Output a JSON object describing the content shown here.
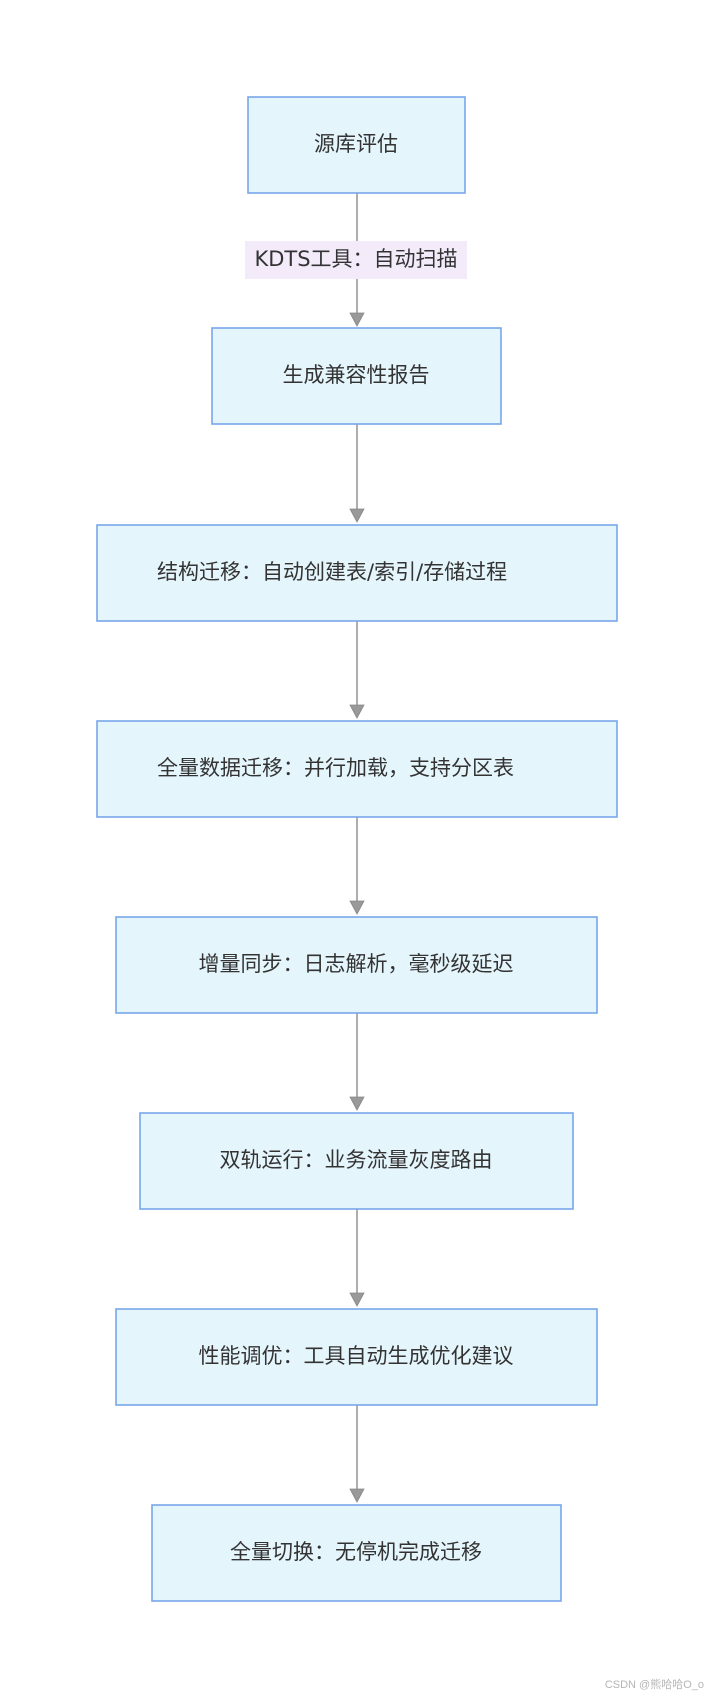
{
  "flowchart": {
    "nodes": [
      {
        "id": "source-eval",
        "label": "源库评估"
      },
      {
        "id": "compat-report",
        "label": "生成兼容性报告"
      },
      {
        "id": "schema-migrate",
        "label": "结构迁移：自动创建表/索引/存储过程"
      },
      {
        "id": "full-data-migrate",
        "label": "全量数据迁移：并行加载，支持分区表"
      },
      {
        "id": "incremental-sync",
        "label": "增量同步：日志解析，毫秒级延迟"
      },
      {
        "id": "dual-track",
        "label": "双轨运行：业务流量灰度路由"
      },
      {
        "id": "perf-tuning",
        "label": "性能调优：工具自动生成优化建议"
      },
      {
        "id": "full-cutover",
        "label": "全量切换：无停机完成迁移"
      }
    ],
    "edges": [
      {
        "from": "source-eval",
        "to": "compat-report",
        "label": "KDTS工具：自动扫描"
      },
      {
        "from": "compat-report",
        "to": "schema-migrate",
        "label": ""
      },
      {
        "from": "schema-migrate",
        "to": "full-data-migrate",
        "label": ""
      },
      {
        "from": "full-data-migrate",
        "to": "incremental-sync",
        "label": ""
      },
      {
        "from": "incremental-sync",
        "to": "dual-track",
        "label": ""
      },
      {
        "from": "dual-track",
        "to": "perf-tuning",
        "label": ""
      },
      {
        "from": "perf-tuning",
        "to": "full-cutover",
        "label": ""
      }
    ]
  },
  "watermark": "CSDN @熊哈哈O_o",
  "colors": {
    "node_fill": "#e4f5fc",
    "node_border": "#78a6ea",
    "edge": "#999999",
    "edge_label_bg": "#f3ebfa",
    "text": "#333333"
  }
}
